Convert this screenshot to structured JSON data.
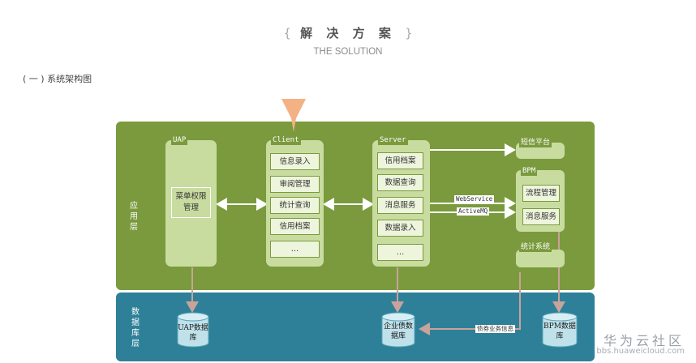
{
  "header": {
    "brace_open": "{",
    "title": "解 决 方 案",
    "brace_close": "}",
    "subtitle": "THE SOLUTION",
    "section": "( 一 ) 系统架构图"
  },
  "layers": {
    "app": "应用层",
    "data": "数据库层"
  },
  "uap": {
    "caption": "UAP",
    "item": "菜单权限管理"
  },
  "client": {
    "caption": "Client",
    "items": [
      "信息录入",
      "审阅管理",
      "统计查询",
      "信用档案",
      "…"
    ]
  },
  "server": {
    "caption": "Server",
    "items": [
      "信用档案",
      "数据查询",
      "消息服务",
      "数据录入",
      "…"
    ]
  },
  "sms": {
    "caption": "短信平台"
  },
  "bpm": {
    "caption": "BPM",
    "items": [
      "流程管理",
      "消息服务"
    ]
  },
  "stats": {
    "caption": "统计系统"
  },
  "arrows": {
    "webservice": "WebService",
    "activemq": "ActiveMQ",
    "debt_info": "债券业务信息"
  },
  "databases": {
    "uap": "UAP数据库",
    "enterprise": "企业债数据库",
    "bpm": "BPM数据库"
  },
  "watermark": {
    "name": "华为云社区",
    "url": "bbs.huaweicloud.com"
  },
  "colors": {
    "app_layer": "#7a9a3d",
    "data_layer": "#2d8098",
    "component_box": "#c8dca0",
    "entry_arrow": "#f4b183",
    "connector": "#c9a39a",
    "database": "#bfe1ea"
  }
}
